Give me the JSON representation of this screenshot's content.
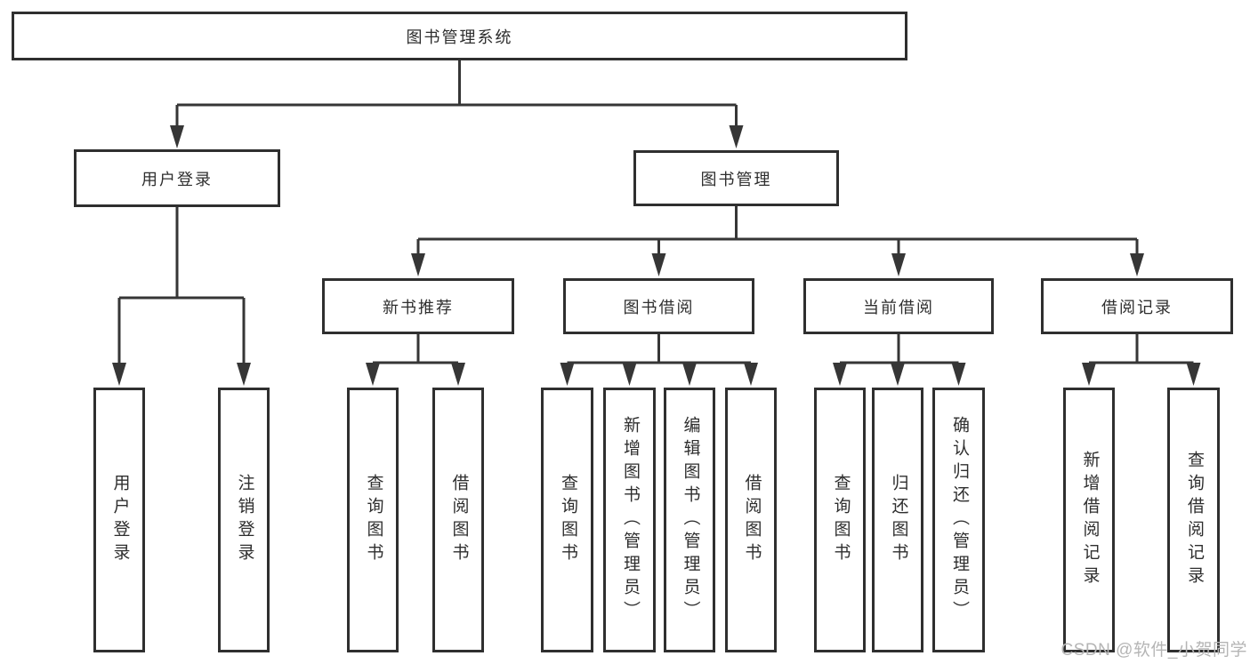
{
  "diagram_title": "图书管理系统",
  "tree": {
    "label": "图书管理系统",
    "children": [
      {
        "label": "用户登录",
        "children": [
          {
            "label": "用户登录"
          },
          {
            "label": "注销登录"
          }
        ]
      },
      {
        "label": "图书管理",
        "children": [
          {
            "label": "新书推荐",
            "children": [
              {
                "label": "查询图书"
              },
              {
                "label": "借阅图书"
              }
            ]
          },
          {
            "label": "图书借阅",
            "children": [
              {
                "label": "查询图书"
              },
              {
                "label": "新增图书（管理员）"
              },
              {
                "label": "编辑图书（管理员）"
              },
              {
                "label": "借阅图书"
              }
            ]
          },
          {
            "label": "当前借阅",
            "children": [
              {
                "label": "查询图书"
              },
              {
                "label": "归还图书"
              },
              {
                "label": "确认归还（管理员）"
              }
            ]
          },
          {
            "label": "借阅记录",
            "children": [
              {
                "label": "新增借阅记录"
              },
              {
                "label": "查询借阅记录"
              }
            ]
          }
        ]
      }
    ]
  },
  "watermark": {
    "text": "CSDN @软件_小贺同学"
  },
  "colors": {
    "line": "#363636",
    "box_border": "#2f2f2f",
    "text": "#2e2e2e",
    "watermark": "#b5b5b5",
    "background": "#ffffff"
  }
}
